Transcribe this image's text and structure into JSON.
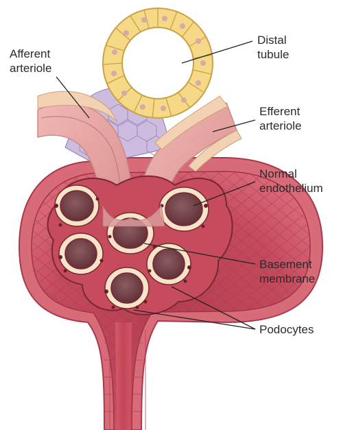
{
  "labels": {
    "afferent": [
      "Afferent",
      "arteriole"
    ],
    "distal": [
      "Distal",
      "tubule"
    ],
    "efferent": [
      "Efferent",
      "arteriole"
    ],
    "endothelium": [
      "Normal",
      "endothelium"
    ],
    "basement": [
      "Basement",
      "membrane"
    ],
    "podocytes": [
      "Podocytes"
    ]
  },
  "colors": {
    "capsule": "#c94d5e",
    "capsule_inner": "#b23f52",
    "urinary_space": "#8a2f3c",
    "tubule_cells": "#f3cf74",
    "vessel": "#e8aaa6",
    "membrane": "#f6e6c8",
    "macula_cells": "#c8b6dc",
    "background": "#ffffff"
  }
}
